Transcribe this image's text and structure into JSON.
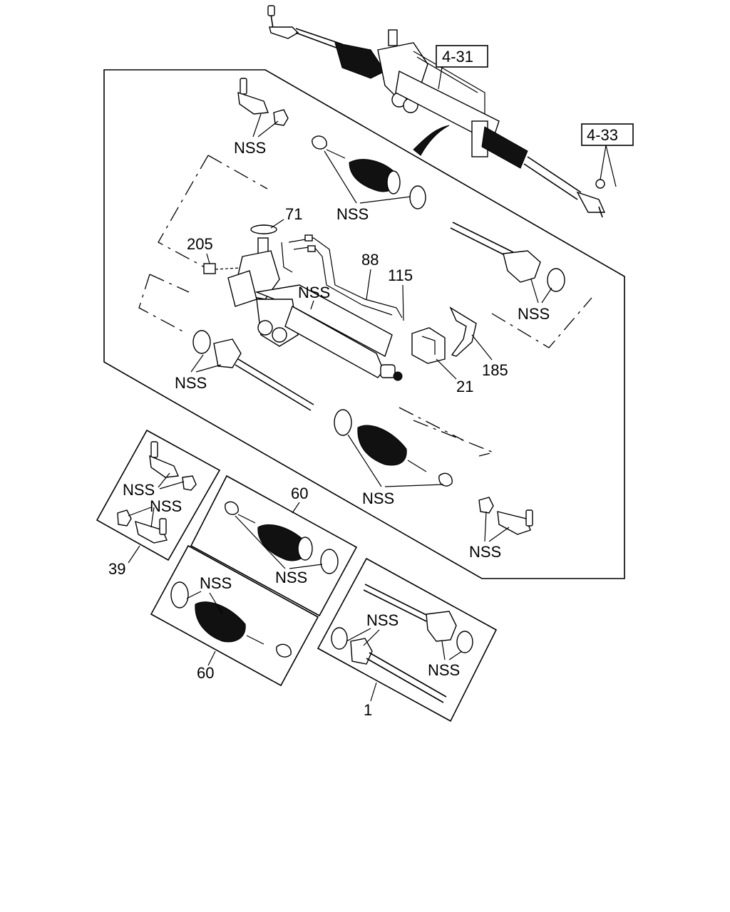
{
  "refs": {
    "ref_4_31": "4-31",
    "ref_4_33": "4-33"
  },
  "callouts": {
    "nss_1": "NSS",
    "nss_2": "NSS",
    "nss_3": "NSS",
    "nss_4": "NSS",
    "nss_5": "NSS",
    "nss_6": "NSS",
    "nss_7": "NSS",
    "nss_8": "NSS",
    "nss_9": "NSS",
    "nss_10": "NSS",
    "nss_11": "NSS",
    "nss_12": "NSS",
    "p71": "71",
    "p205": "205",
    "p88": "88",
    "p115": "115",
    "p185": "185",
    "p21": "21",
    "p60a": "60",
    "p60b": "60",
    "p39": "39",
    "p1": "1"
  }
}
